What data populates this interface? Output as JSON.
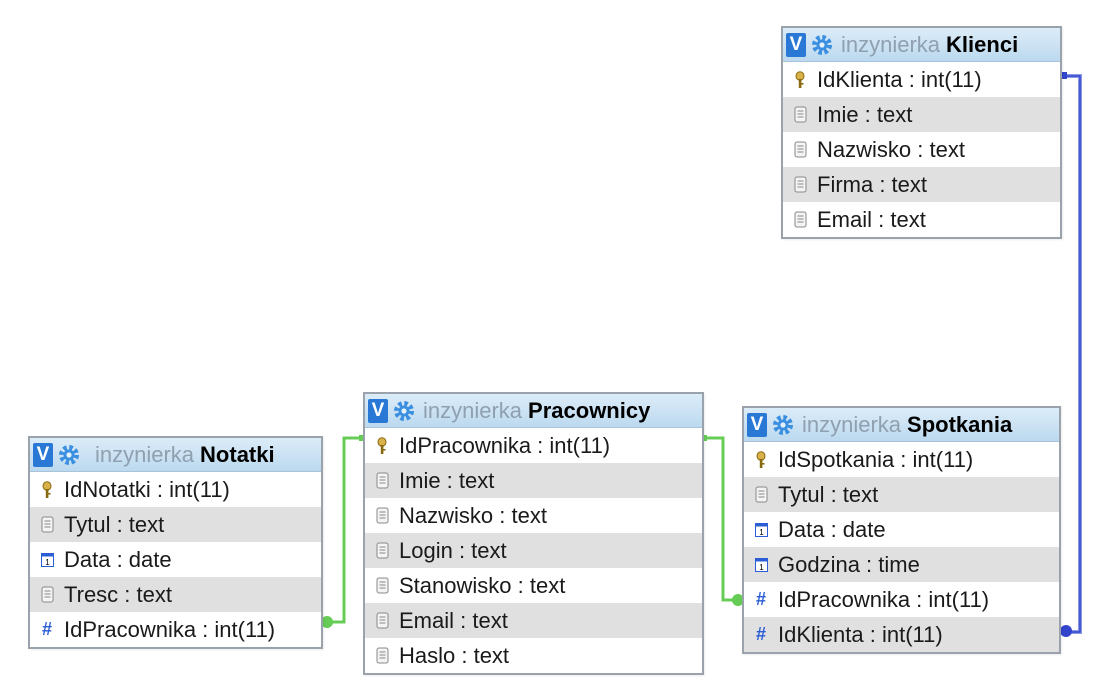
{
  "tables": [
    {
      "id": "klienci",
      "db": "inzynierka",
      "name": "Klienci",
      "columns": [
        {
          "label": "IdKlienta : int(11)",
          "icon": "primary-key-icon"
        },
        {
          "label": "Imie : text",
          "icon": "text-column-icon"
        },
        {
          "label": "Nazwisko : text",
          "icon": "text-column-icon"
        },
        {
          "label": "Firma : text",
          "icon": "text-column-icon"
        },
        {
          "label": "Email : text",
          "icon": "text-column-icon"
        }
      ]
    },
    {
      "id": "notatki",
      "db": "inzynierka",
      "name": "Notatki",
      "columns": [
        {
          "label": "IdNotatki : int(11)",
          "icon": "primary-key-icon"
        },
        {
          "label": "Tytul : text",
          "icon": "text-column-icon"
        },
        {
          "label": "Data : date",
          "icon": "date-column-icon"
        },
        {
          "label": "Tresc : text",
          "icon": "text-column-icon"
        },
        {
          "label": "IdPracownika : int(11)",
          "icon": "numeric-column-icon"
        }
      ]
    },
    {
      "id": "pracownicy",
      "db": "inzynierka",
      "name": "Pracownicy",
      "columns": [
        {
          "label": "IdPracownika : int(11)",
          "icon": "primary-key-icon"
        },
        {
          "label": "Imie : text",
          "icon": "text-column-icon"
        },
        {
          "label": "Nazwisko : text",
          "icon": "text-column-icon"
        },
        {
          "label": "Login : text",
          "icon": "text-column-icon"
        },
        {
          "label": "Stanowisko : text",
          "icon": "text-column-icon"
        },
        {
          "label": "Email : text",
          "icon": "text-column-icon"
        },
        {
          "label": "Haslo : text",
          "icon": "text-column-icon"
        }
      ]
    },
    {
      "id": "spotkania",
      "db": "inzynierka",
      "name": "Spotkania",
      "columns": [
        {
          "label": "IdSpotkania : int(11)",
          "icon": "primary-key-icon"
        },
        {
          "label": "Tytul : text",
          "icon": "text-column-icon"
        },
        {
          "label": "Data : date",
          "icon": "date-column-icon"
        },
        {
          "label": "Godzina : time",
          "icon": "date-column-icon"
        },
        {
          "label": "IdPracownika : int(11)",
          "icon": "numeric-column-icon"
        },
        {
          "label": "IdKlienta : int(11)",
          "icon": "numeric-column-icon"
        }
      ]
    }
  ],
  "toggle_label": "V",
  "colors": {
    "header_gradient_top": "#dcecf8",
    "header_gradient_bottom": "#bcd9ef",
    "toggle": "#2a78d6",
    "db_name": "#8fa0b0",
    "stripe": "#e0e0e0",
    "border": "#9aa3ab",
    "relation_green": "#66cc55",
    "relation_blue": "#3344cc"
  },
  "relations": [
    {
      "from": "notatki.IdPracownika",
      "to": "pracownicy.IdPracownika",
      "color": "relation_green"
    },
    {
      "from": "spotkania.IdPracownika",
      "to": "pracownicy.IdPracownika",
      "color": "relation_green"
    },
    {
      "from": "spotkania.IdKlienta",
      "to": "klienci.IdKlienta",
      "color": "relation_blue"
    }
  ]
}
